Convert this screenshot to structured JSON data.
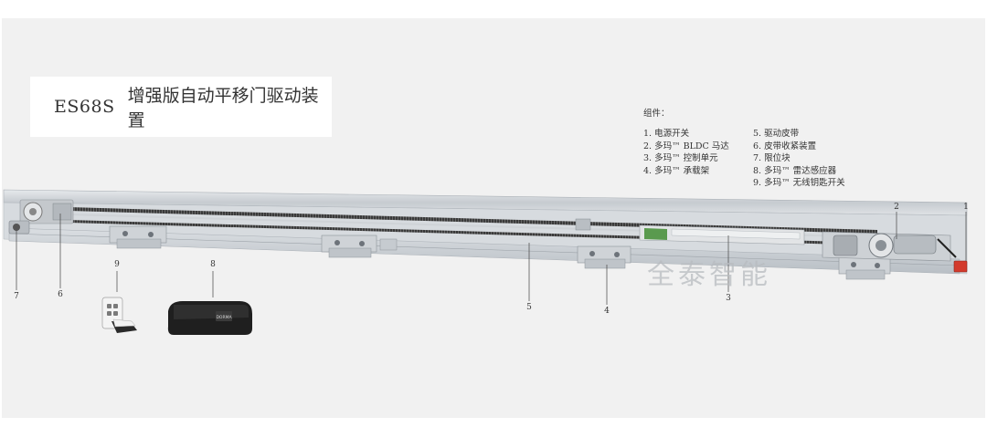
{
  "title": {
    "model": "ES68S",
    "name": "增强版自动平移门驱动装置"
  },
  "legend": {
    "heading": "组件：",
    "left": [
      "1. 电源开关",
      "2. 多玛™ BLDC 马达",
      "3. 多玛™ 控制单元",
      "4. 多玛™ 承载架"
    ],
    "right": [
      "5. 驱动皮带",
      "6. 皮带收紧装置",
      "7. 限位块",
      "8. 多玛™ 雷达感应器",
      "9. 多玛™ 无线钥匙开关"
    ]
  },
  "callouts": {
    "c1": "1",
    "c2": "2",
    "c3": "3",
    "c4": "4",
    "c5": "5",
    "c6": "6",
    "c7": "7",
    "c8": "8",
    "c9": "9"
  },
  "sensor_brand": "DORMA",
  "watermark": "全泰智能",
  "colors": {
    "panel_bg": "#f1f1f1",
    "rail": "#c9ced3",
    "belt": "#3a3a3a",
    "control_unit": "#5a9a4e",
    "power_switch": "#d33a2c",
    "sensor_body": "#1f1f1f"
  }
}
